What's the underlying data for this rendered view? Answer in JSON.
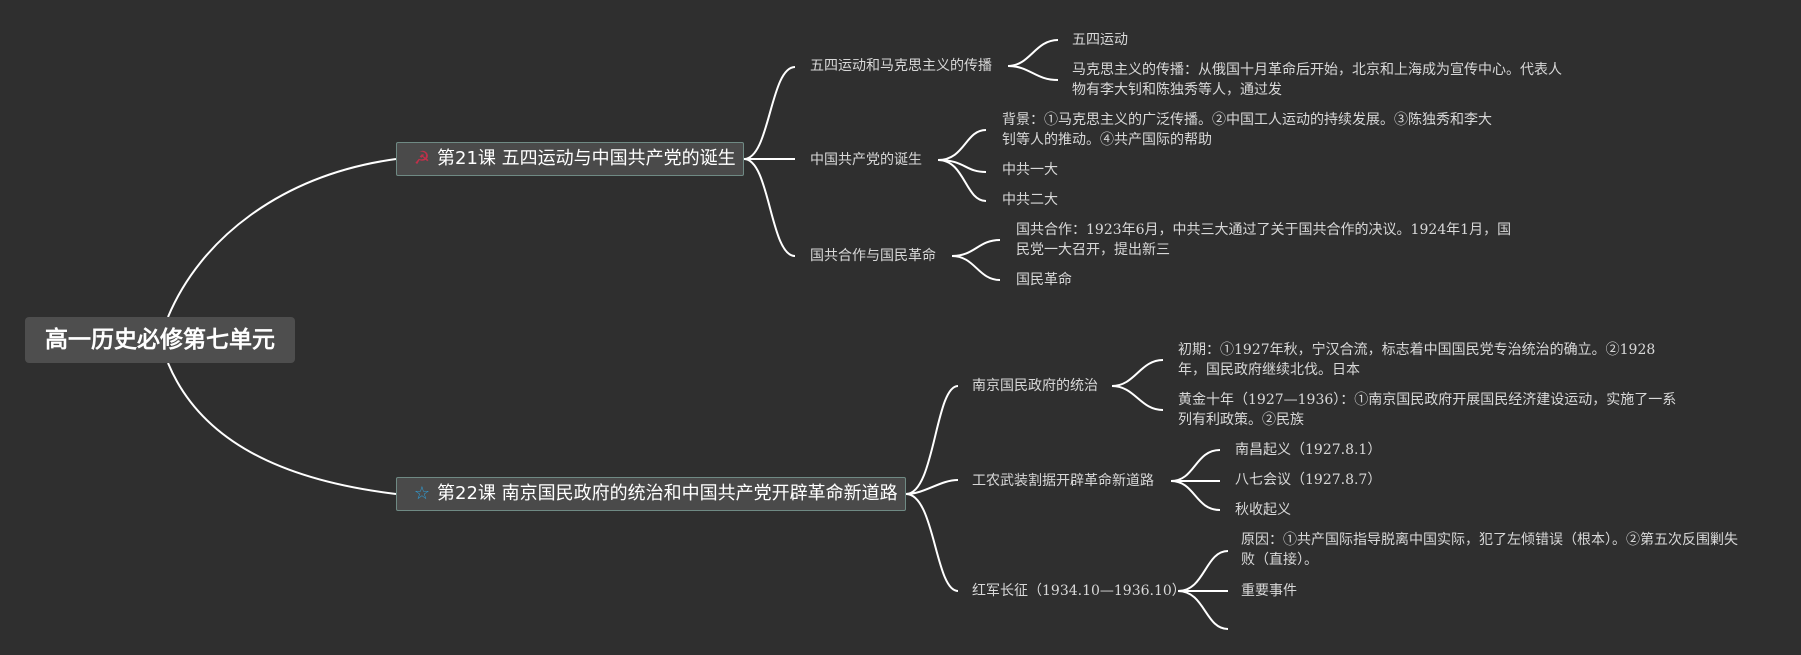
{
  "root": {
    "label": "高一历史必修第七单元"
  },
  "lesson21": {
    "icon": "hammer-sickle-icon",
    "icon_color": "#c0304a",
    "label": "第21课 五四运动与中国共产党的诞生",
    "topics": [
      {
        "label": "五四运动和马克思主义的传播",
        "leaves": [
          "五四运动",
          "马克思主义的传播：从俄国十月革命后开始，北京和上海成为宣传中心。代表人物有李大钊和陈独秀等人，通过发"
        ]
      },
      {
        "label": "中国共产党的诞生",
        "leaves": [
          "背景：①马克思主义的广泛传播。②中国工人运动的持续发展。③陈独秀和李大钊等人的推动。④共产国际的帮助",
          "中共一大",
          "中共二大"
        ]
      },
      {
        "label": "国共合作与国民革命",
        "leaves": [
          "国共合作：1923年6月，中共三大通过了关于国共合作的决议。1924年1月，国民党一大召开，提出新三",
          "国民革命"
        ]
      }
    ]
  },
  "lesson22": {
    "icon": "star-outline-icon",
    "icon_color": "#2f9fd8",
    "label": "第22课 南京国民政府的统治和中国共产党开辟革命新道路",
    "topics": [
      {
        "label": "南京国民政府的统治",
        "leaves": [
          "初期：①1927年秋，宁汉合流，标志着中国国民党专治统治的确立。②1928年，国民政府继续北伐。日本",
          "黄金十年（1927—1936）：①南京国民政府开展国民经济建设运动，实施了一系列有利政策。②民族"
        ]
      },
      {
        "label": "工农武装割据开辟革命新道路",
        "leaves": [
          "南昌起义（1927.8.1）",
          "八七会议（1927.8.7）",
          "秋收起义"
        ]
      },
      {
        "label": "红军长征（1934.10—1936.10）",
        "leaves": [
          "原因：①共产国际指导脱离中国实际，犯了左倾错误（根本）。②第五次反围剿失败（直接）。",
          "重要事件"
        ]
      }
    ]
  }
}
